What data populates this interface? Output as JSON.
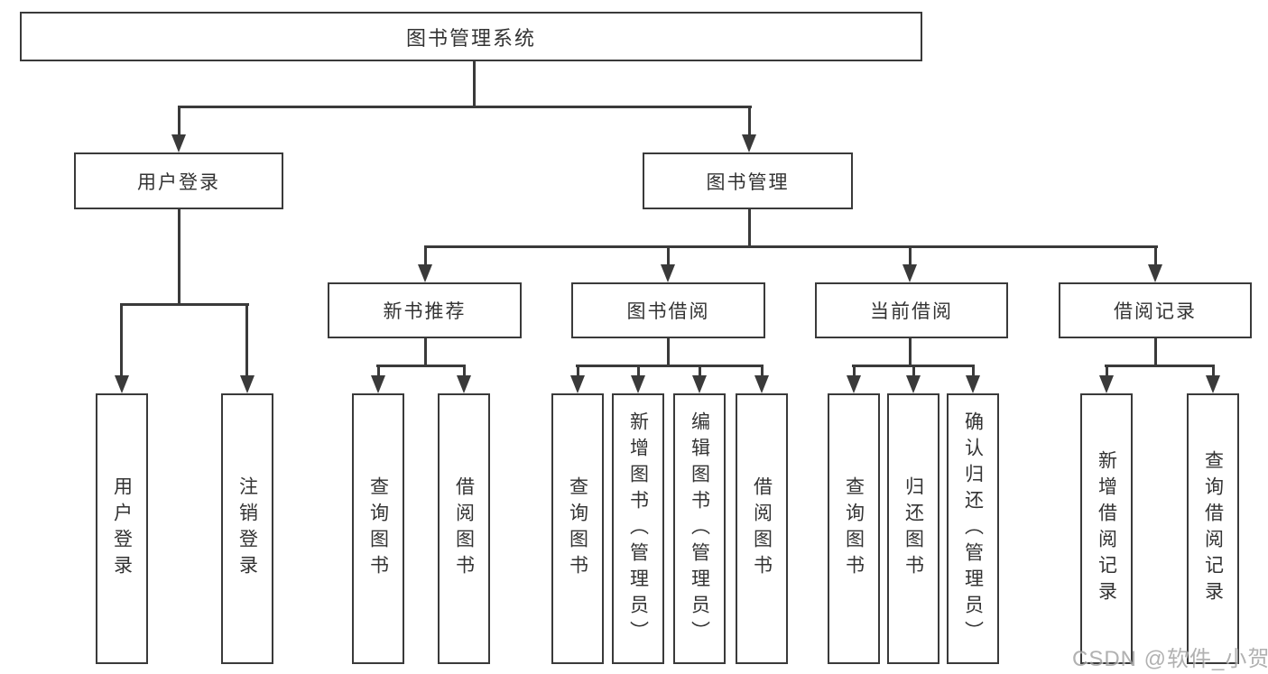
{
  "diagram": {
    "root": "图书管理系统",
    "level2": [
      "用户登录",
      "图书管理"
    ],
    "level3": [
      "新书推荐",
      "图书借阅",
      "当前借阅",
      "借阅记录"
    ],
    "leaves_user_login": [
      "用户登录",
      "注销登录"
    ],
    "leaves_new_book": [
      "查询图书",
      "借阅图书"
    ],
    "leaves_book_borrow": [
      "查询图书",
      "新增图书（管理员）",
      "编辑图书（管理员）",
      "借阅图书"
    ],
    "leaves_current_borrow": [
      "查询图书",
      "归还图书",
      "确认归还（管理员）"
    ],
    "leaves_borrow_record": [
      "新增借阅记录",
      "查询借阅记录"
    ],
    "watermark": "CSDN @软件_小贺同学",
    "colors": {
      "line": "#3a3a3a",
      "text": "#333333",
      "watermark": "#9e9e9e",
      "background": "#ffffff"
    }
  }
}
